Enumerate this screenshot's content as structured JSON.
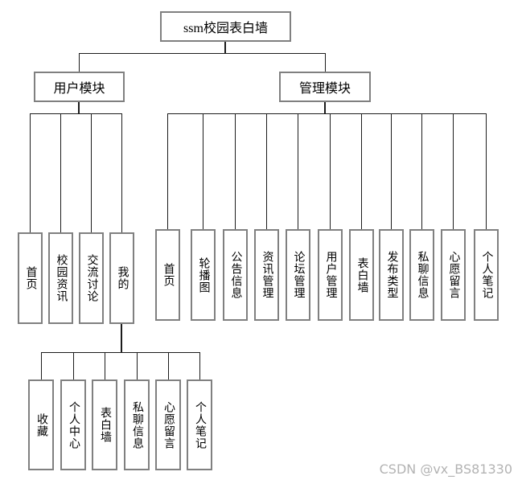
{
  "tree": {
    "root": "ssm校园表白墙",
    "user_module": "用户模块",
    "admin_module": "管理模块",
    "user_children": [
      "首页",
      "校园资讯",
      "交流讨论",
      "我的"
    ],
    "my_children": [
      "收藏",
      "个人中心",
      "表白墙",
      "私聊信息",
      "心愿留言",
      "个人笔记"
    ],
    "admin_children": [
      "首页",
      "轮播图",
      "公告信息",
      "资讯管理",
      "论坛管理",
      "用户管理",
      "表白墙",
      "发布类型",
      "私聊信息",
      "心愿留言",
      "个人笔记"
    ]
  },
  "watermark": "CSDN @vx_BS81330",
  "colors": {
    "background": "#ffffff",
    "box_border": "#808080",
    "line": "#1c1c1c",
    "text": "#000000",
    "watermark": "#b3b3b3"
  }
}
